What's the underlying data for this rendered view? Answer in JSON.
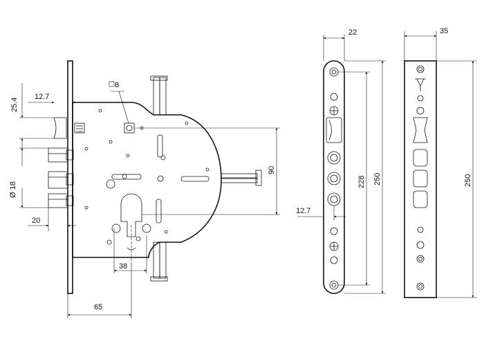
{
  "drawing": {
    "front_view": {
      "dimensions": {
        "square_hole": "8",
        "backset_top": "12.7",
        "latch_height": "25.4",
        "bolt_diameter": "Ø 18",
        "bolt_projection": "20",
        "center_distance": "90",
        "cylinder_offset": "38",
        "backset": "65"
      }
    },
    "side_view": {
      "dimensions": {
        "width": "22",
        "bolt_spacing": "228",
        "length": "250",
        "bolt_offset": "12.7"
      }
    },
    "strike_plate": {
      "dimensions": {
        "width": "35",
        "length": "250"
      }
    }
  }
}
